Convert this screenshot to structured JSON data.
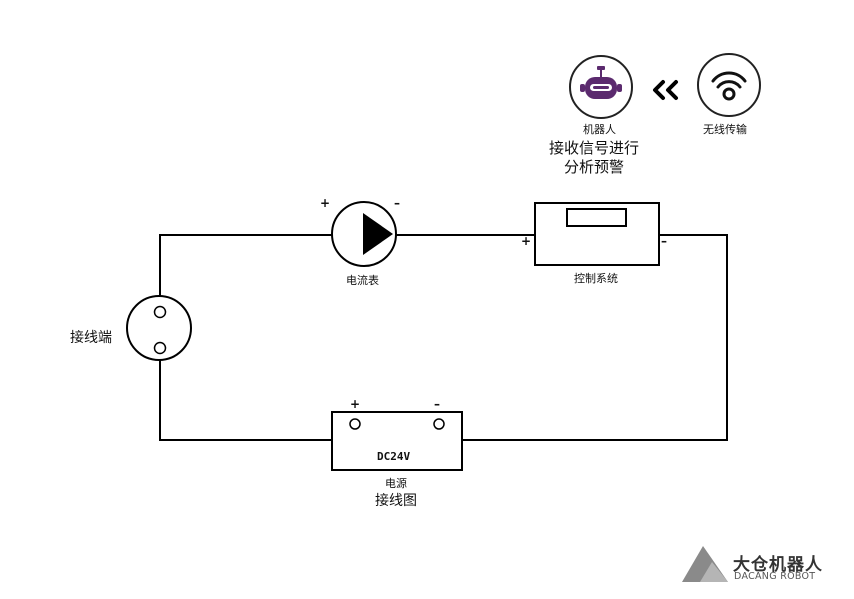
{
  "labels": {
    "robot": "机器人",
    "wireless": "无线传输",
    "receive_line1": "接收信号进行",
    "receive_line2": "分析预警",
    "ammeter": "电流表",
    "control_system": "控制系统",
    "terminal": "接线端",
    "power": "电源",
    "diagram_title": "接线图",
    "power_voltage": "DC24V"
  },
  "signs": {
    "plus": "+",
    "minus": "−",
    "dash": "–"
  },
  "icons": {
    "robot": "robot-icon",
    "wireless": "wireless-icon",
    "arrow": "double-chevron-left-icon"
  },
  "logo": {
    "cn": "大仓机器人",
    "en": "DACANG ROBOT"
  },
  "colors": {
    "line": "#000000",
    "robot_accent": "#5b2a6e"
  }
}
